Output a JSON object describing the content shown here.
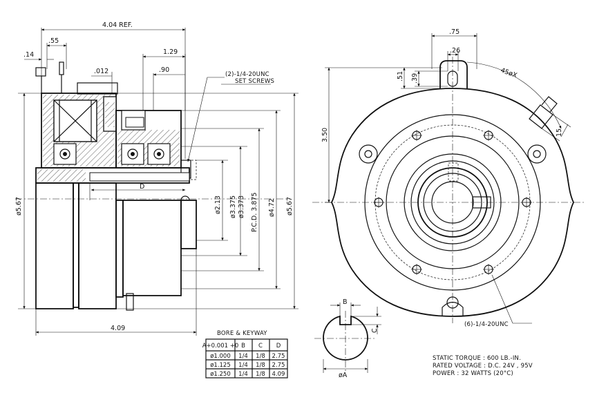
{
  "side_view": {
    "dims": {
      "overall_ref": "4.04 REF.",
      "d055": ".55",
      "d014": ".14",
      "d129": "1.29",
      "d012": ".012",
      "d090": ".90",
      "set_screws": "(2)-1/4-20UNC",
      "set_screws_2": "SET SCREWS",
      "dia567_left": "ø5.67",
      "dia213": "ø2.13",
      "dia3375": "ø3.375",
      "dia3373": "ø3.373",
      "pcd": "P.C.D. 3.875",
      "dia472": "ø4.72",
      "dia567_right": "ø5.67",
      "d_label": "D",
      "d409": "4.09"
    }
  },
  "front_view": {
    "dims": {
      "d075": ".75",
      "d026": ".26",
      "d051": ".51",
      "d039": ".39",
      "angle": "45øX",
      "d015": "15",
      "d350": "3.50",
      "holes": "(6)-1/4-20UNC"
    }
  },
  "keyway_detail": {
    "b": "B",
    "c": "C",
    "a": "øA"
  },
  "bore_table": {
    "title": "BORE & KEYWAY",
    "headers": [
      "A+0.001 +0",
      "B",
      "C",
      "D"
    ],
    "rows": [
      [
        "ø1.000",
        "1/4",
        "1/8",
        "2.75"
      ],
      [
        "ø1.125",
        "1/4",
        "1/8",
        "2.75"
      ],
      [
        "ø1.250",
        "1/4",
        "1/8",
        "4.09"
      ]
    ]
  },
  "specs": [
    "STATIC TORQUE : 600 LB.-IN.",
    "RATED VOLTAGE : D.C. 24V , 95V",
    "POWER : 32 WATTS (20°C)"
  ]
}
